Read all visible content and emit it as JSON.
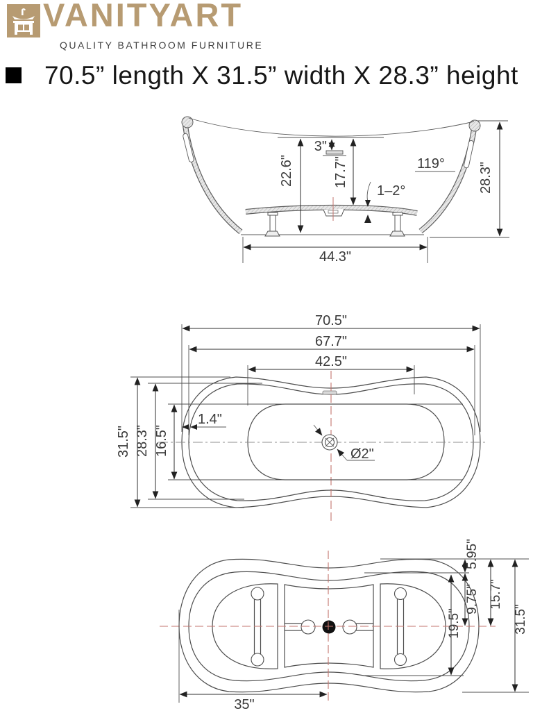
{
  "brand": {
    "name": "VANITYART",
    "tagline": "QUALITY BATHROOM FURNITURE",
    "color": "#b79b72",
    "icon": "vanity-sink-icon"
  },
  "title": {
    "text": "70.5” length X 31.5” width X 28.3” height"
  },
  "colors": {
    "line": "#4d4d4d",
    "dimension_text": "#3a3a3a",
    "centerline_red": "#c3736c",
    "centerline_gray": "#8f8f8f",
    "hatch_fill": "#e7e7e7"
  },
  "views": {
    "side": {
      "name": "side-section-view",
      "dims": {
        "overflow_offset": "3\"",
        "rim_depth": "22.6\"",
        "interior_depth": "17.7\"",
        "backrest_angle": "119°",
        "floor_slope": "1–2°",
        "overall_height": "28.3\"",
        "base_length": "44.3\""
      }
    },
    "top": {
      "name": "top-plan-view",
      "dims": {
        "overall_length": "70.5\"",
        "rim_length": "67.7\"",
        "basin_length": "42.5\"",
        "edge_width": "1.4\"",
        "overall_width": "31.5\"",
        "rim_width": "28.3\"",
        "basin_width": "16.5\"",
        "drain_diameter": "Ø2\""
      }
    },
    "bottom": {
      "name": "bottom-view",
      "dims": {
        "top_inset": "5.95\"",
        "center_inset": "9.75\"",
        "half_width": "15.7\"",
        "base_width": "19.5\"",
        "overall_width": "31.5\"",
        "center_length": "35\""
      }
    }
  }
}
